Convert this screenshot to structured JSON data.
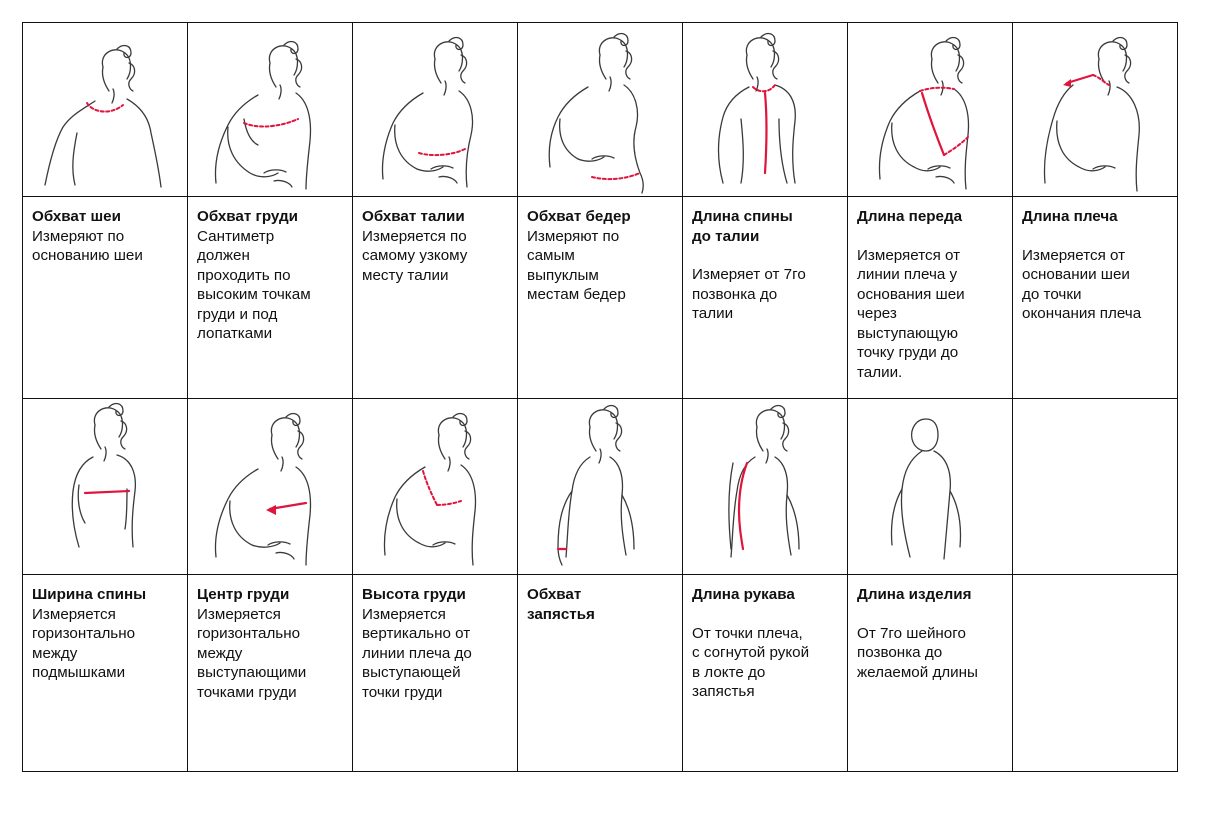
{
  "colors": {
    "accent": "#e0143c",
    "line": "#3a3a3a",
    "border": "#111111"
  },
  "rows": [
    {
      "cells": [
        {
          "figure": "neck-figure-icon",
          "title": "Обхват шеи",
          "desc_lines": [
            "Измеряют по",
            "основанию шеи"
          ],
          "gap": false
        },
        {
          "figure": "bust-figure-icon",
          "title": "Обхват груди",
          "desc_lines": [
            "Сантиметр",
            "должен",
            "проходить по",
            "высоким точкам",
            "груди и под",
            "лопатками"
          ],
          "gap": false
        },
        {
          "figure": "waist-figure-icon",
          "title": "Обхват талии",
          "desc_lines": [
            "Измеряется по",
            "самому узкому",
            "месту талии"
          ],
          "gap": false
        },
        {
          "figure": "hips-figure-icon",
          "title": "Обхват бедер",
          "desc_lines": [
            "Измеряют по",
            "самым",
            "выпуклым",
            "местам бедер"
          ],
          "gap": false
        },
        {
          "figure": "back-length-figure-icon",
          "title": "Длина спины до талии",
          "title_lines": [
            "Длина спины",
            "до талии"
          ],
          "desc_lines": [
            "Измеряет от 7го",
            "позвонка до",
            "талии"
          ],
          "gap": true
        },
        {
          "figure": "front-length-figure-icon",
          "title": "Длина переда",
          "desc_lines": [
            "Измеряется от",
            "линии плеча у",
            "основания шеи",
            "через",
            "выступающую",
            "точку груди до",
            "талии."
          ],
          "gap": true
        },
        {
          "figure": "shoulder-figure-icon",
          "title": "Длина плеча",
          "desc_lines": [
            "Измеряется от",
            "основании шеи",
            "до точки",
            "окончания плеча"
          ],
          "gap": true
        }
      ]
    },
    {
      "cells": [
        {
          "figure": "back-width-figure-icon",
          "title": "Ширина спины",
          "desc_lines": [
            "Измеряется",
            "горизонтально",
            "между",
            "подмышками"
          ],
          "gap": false
        },
        {
          "figure": "bust-center-figure-icon",
          "title": "Центр груди",
          "desc_lines": [
            "Измеряется",
            "горизонтально",
            "между",
            "выступающими",
            "точками груди"
          ],
          "gap": false
        },
        {
          "figure": "bust-height-figure-icon",
          "title": "Высота груди",
          "desc_lines": [
            "Измеряется",
            "вертикально от",
            "линии плеча до",
            "выступающей",
            "точки груди"
          ],
          "gap": false
        },
        {
          "figure": "wrist-figure-icon",
          "title": "Обхват запястья",
          "title_lines": [
            "Обхват",
            "запястья"
          ],
          "desc_lines": [],
          "gap": false
        },
        {
          "figure": "sleeve-length-figure-icon",
          "title": "Длина рукава",
          "desc_lines": [
            "От точки плеча,",
            "с согнутой рукой",
            "в локте до",
            "запястья"
          ],
          "gap": true
        },
        {
          "figure": "garment-length-figure-icon",
          "title": "Длина изделия",
          "desc_lines": [
            "От 7го шейного",
            "позвонка до",
            "желаемой длины"
          ],
          "gap": true
        },
        {
          "figure": "",
          "title": "",
          "desc_lines": [],
          "gap": false
        }
      ]
    }
  ]
}
